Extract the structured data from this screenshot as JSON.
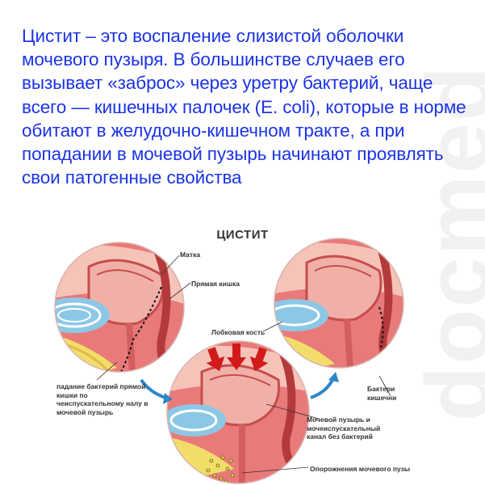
{
  "intro_text": "Цистит – это воспаление слизистой оболочки мочевого пузыря. В большинстве случаев его вызывает «заброс» через уретру бактерий, чаще всего — кишечных палочек (E. coli), которые в норме обитают в желудочно-кишечном тракте, а при попадании в мочевой пузырь начинают проявлять свои патогенные свойства",
  "watermark": "docmed",
  "figure": {
    "title": "ЦИСТИТ",
    "labels": {
      "uterus": "Матка",
      "rectum": "Прямая кишка",
      "pubic_bone": "Лобковая кость",
      "bacteria_entry": "падание бактерий прямой кишки по чеиспускательному налу в мочевой пузырь",
      "bladder_clean": "Мочевой пузырь и мочеиспускательный канал без бактерий",
      "bacteria_right": "Бактери кишечни",
      "emptying": "Опорожнения мочевого пузы"
    }
  },
  "colors": {
    "text_blue": "#1b33e6",
    "tissue_pink": "#e98a8a",
    "tissue_light": "#f6c3b8",
    "bone_yellow": "#f2dd6a",
    "bone_blue": "#8cc8e6",
    "arrow_red": "#d21a1a",
    "arrow_blue": "#2f86c9",
    "bacteria_yellow": "#f2e22a"
  }
}
